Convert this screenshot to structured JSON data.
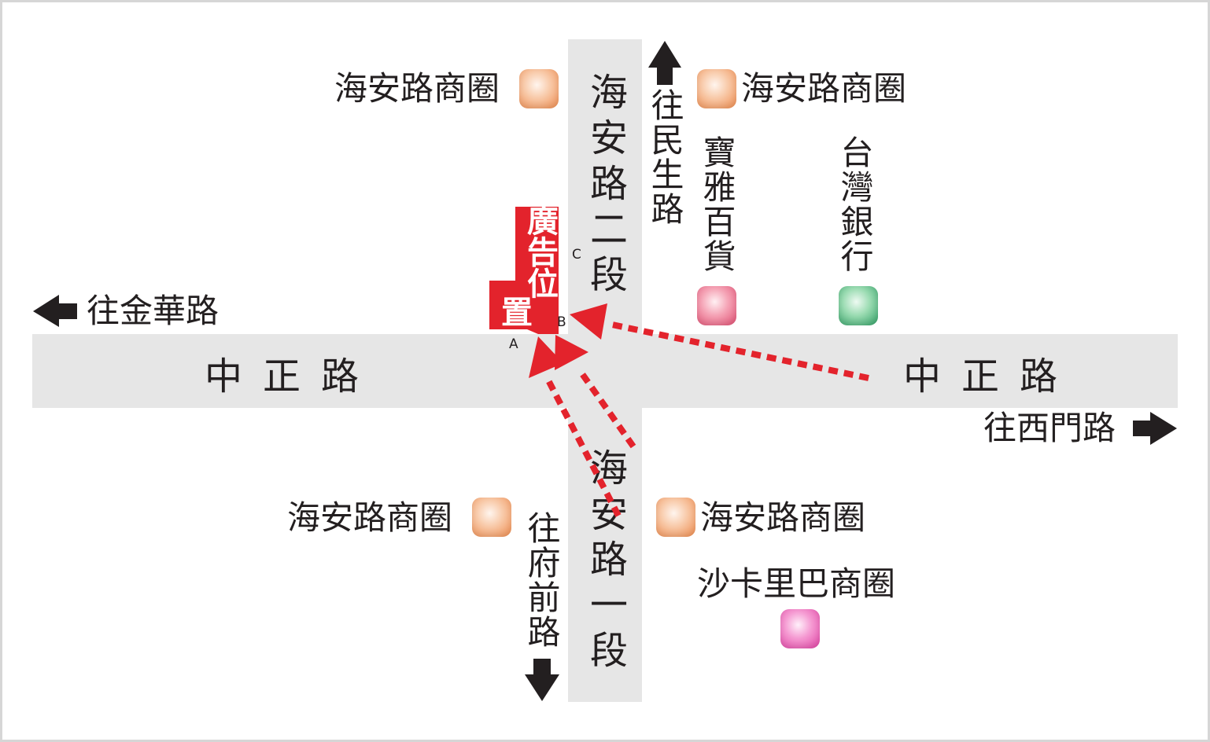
{
  "roads": {
    "zhongzheng_west": "中正路",
    "zhongzheng_east": "中正路",
    "haian_sec2": "海安路二段",
    "haian_sec1": "海安路一段"
  },
  "directions": {
    "north": "往民生路",
    "west": "往金華路",
    "east": "往西門路",
    "south": "往府前路"
  },
  "landmarks": {
    "nw": "海安路商圈",
    "ne": "海安路商圈",
    "sw": "海安路商圈",
    "se": "海安路商圈",
    "baoya": "寶雅百貨",
    "bank": "台灣銀行",
    "shakali": "沙卡里巴商圈"
  },
  "ad": {
    "line1": "廣",
    "line2": "告",
    "line3": "位",
    "line4": "置"
  },
  "points": {
    "a": "A",
    "b": "B",
    "c": "C"
  },
  "colors": {
    "road": "#e6e6e6",
    "accent_red": "#e3232c",
    "dotted_red": "#e3232c",
    "text": "#231f20",
    "frame": "#d6d6d6"
  },
  "icons": {
    "marker": "rounded-square-marker",
    "direction": "arrow-icon"
  }
}
